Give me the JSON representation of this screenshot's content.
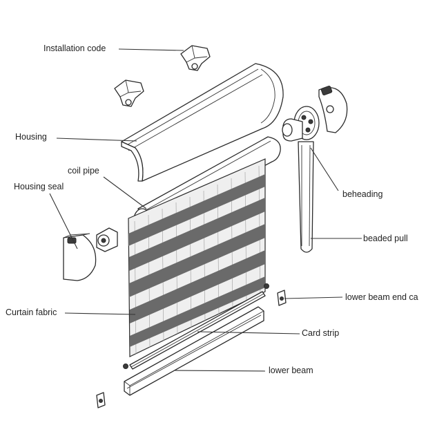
{
  "labels": {
    "installation_code": "Installation code",
    "housing": "Housing",
    "coil_pipe": "coil pipe",
    "housing_seal": "Housing seal",
    "beheading": "beheading",
    "beaded_pull": "beaded pull",
    "lower_beam_end_cap": "lower beam end ca",
    "curtain_fabric": "Curtain fabric",
    "card_strip": "Card strip",
    "lower_beam": "lower beam"
  }
}
